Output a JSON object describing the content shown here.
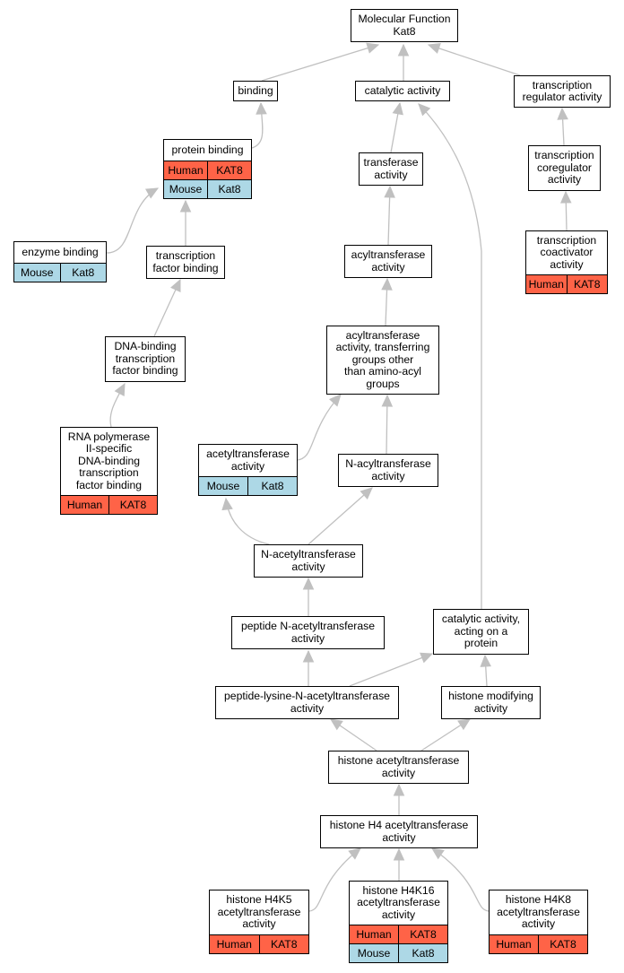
{
  "nodes": {
    "mf": "Molecular Function\nKat8",
    "binding": "binding",
    "catalytic": "catalytic activity",
    "trreg": "transcription\nregulator activity",
    "protbind": "protein binding",
    "transferase": "transferase\nactivity",
    "coreg": "transcription\ncoregulator\nactivity",
    "enzbind": "enzyme binding",
    "tfbind": "transcription\nfactor binding",
    "acyltrans": "acyltransferase\nactivity",
    "coact": "transcription\ncoactivator\nactivity",
    "dnabind": "DNA-binding\ntranscription\nfactor binding",
    "acylother": "acyltransferase\nactivity, transferring\ngroups other\nthan amino-acyl\ngroups",
    "rnapol": "RNA polymerase\nII-specific\nDNA-binding\ntranscription\nfactor binding",
    "acetyltrans": "acetyltransferase\nactivity",
    "nacyl": "N-acyltransferase\nactivity",
    "nacetyl": "N-acetyltransferase\nactivity",
    "peptideN": "peptide N-acetyltransferase\nactivity",
    "catprot": "catalytic activity,\nacting on a\nprotein",
    "peplys": "peptide-lysine-N-acetyltransferase\nactivity",
    "histmod": "histone modifying\nactivity",
    "histacet": "histone acetyltransferase\nactivity",
    "h4acet": "histone H4 acetyltransferase\nactivity",
    "h4k5": "histone H4K5\nacetyltransferase\nactivity",
    "h4k16": "histone H4K16\nacetyltransferase\nactivity",
    "h4k8": "histone H4K8\nacetyltransferase\nactivity"
  },
  "species": {
    "human": "Human",
    "mouse": "Mouse"
  },
  "genes": {
    "human": "KAT8",
    "mouse": "Kat8"
  },
  "colors": {
    "human_row": "#ff6347",
    "mouse_row": "#add8e6",
    "edge": "#c0c0c0"
  }
}
